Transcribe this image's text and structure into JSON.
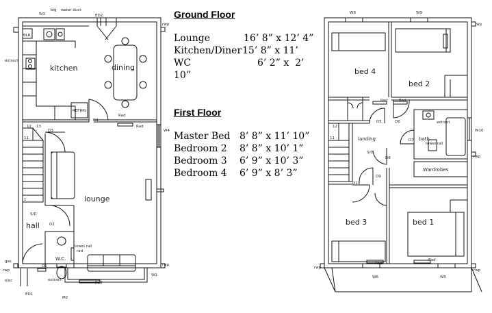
{
  "ground_floor": {
    "heading": "Ground Floor",
    "rooms": [
      {
        "name": "Lounge",
        "size": "16’ 8” x 12’ 4”"
      },
      {
        "name": "Kitchen/Diner",
        "size": "15’ 8” x 11’"
      },
      {
        "name": "WC",
        "size": "6’ 2” x  2’"
      }
    ],
    "overflow": "10”"
  },
  "first_floor": {
    "heading": "First Floor",
    "rooms": [
      {
        "name": "Master Bed",
        "size": "8’ 8” x 11’ 10”"
      },
      {
        "name": "Bedroom 2",
        "size": "8’ 8” x 10’ 1”"
      },
      {
        "name": "Bedroom 3",
        "size": "6’ 9” x 10’ 3”"
      },
      {
        "name": "Bedroom 4",
        "size": "6’ 9” x 8’ 3”"
      }
    ]
  },
  "ground_plan": {
    "rooms": {
      "kitchen": "kitchen",
      "dining": "dining",
      "lounge": "lounge",
      "hall": "hall",
      "wc": "W.C."
    },
    "labels": {
      "w3": "W3",
      "big": "big",
      "water_duct": "water duct",
      "ed2": "ED2",
      "rwp_top": "rwp",
      "blr": "BLR",
      "extract": "extract",
      "refrig": "REFRIG",
      "d4": "D4",
      "rad_k": "Rad",
      "rad_l": "Rad",
      "w4": "W4",
      "d3": "D3",
      "step12": "12",
      "step13": "13",
      "step11": "11",
      "step1": "1",
      "sd": "S/D",
      "d2": "D2",
      "d1": "D1",
      "towel_rail": "towel rail",
      "gas": "gas",
      "elec": "elec",
      "rwp_bl": "rwp",
      "ed1": "ED1",
      "extract_wc": "extract",
      "rad_bottom": "Rad",
      "m2": "M2",
      "w1": "W1",
      "rwp_br": "rwp",
      "rad_wc": "rad"
    }
  },
  "first_plan": {
    "rooms": {
      "bed4": "bed 4",
      "bed2": "bed 2",
      "bed3": "bed 3",
      "bed1": "bed 1",
      "landing": "landing",
      "bath": "bath"
    },
    "labels": {
      "w8": "W8",
      "w9": "W9",
      "rwp_top": "rwp",
      "rad_l4": "Rad",
      "rad_l2": "Rad",
      "d5": "D5",
      "d6": "D6",
      "d7": "D7",
      "d8": "D8",
      "d9": "D9",
      "d10": "D10",
      "sd": "S/D",
      "towel_rail": "towel rail",
      "extract": "extract",
      "wardrobes": "Wardrobes",
      "w10": "W10",
      "rwp_right": "rwp",
      "rad_b3": "Rad",
      "rad_b1": "Rad",
      "w6": "W6",
      "w5": "W5",
      "rwp_bl": "rwp",
      "rwp_br": "rwp",
      "step12": "12",
      "step11": "11"
    }
  }
}
